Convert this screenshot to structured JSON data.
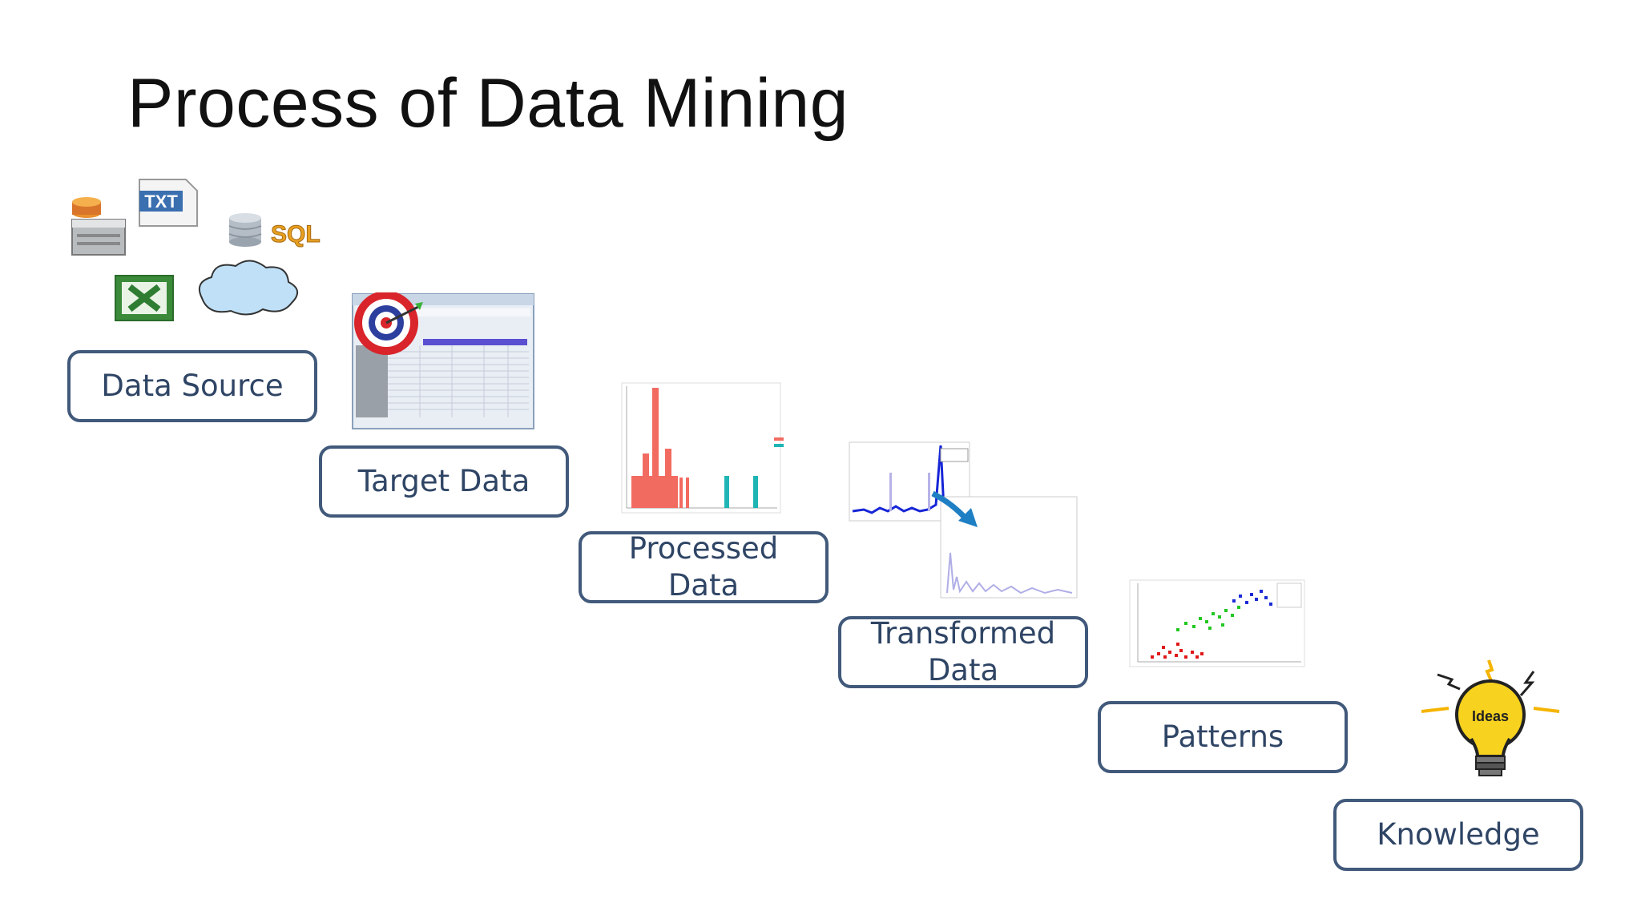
{
  "slide": {
    "title": "Process of Data Mining"
  },
  "steps": [
    {
      "label": "Data Source"
    },
    {
      "label": "Target Data"
    },
    {
      "label": "Processed Data"
    },
    {
      "label": "Transformed Data"
    },
    {
      "label": "Patterns"
    },
    {
      "label": "Knowledge"
    }
  ],
  "icons": {
    "txt_label": "TXT",
    "sql_label": "SQL",
    "bulb_label": "Ideas"
  },
  "colors": {
    "box_border": "#41597a",
    "box_text": "#2f4565",
    "sql": "#e8a020",
    "excel": "#3a8a3a",
    "bar_red": "#f26b61",
    "bar_teal": "#1fb5b5",
    "bulb": "#f7d21e"
  }
}
